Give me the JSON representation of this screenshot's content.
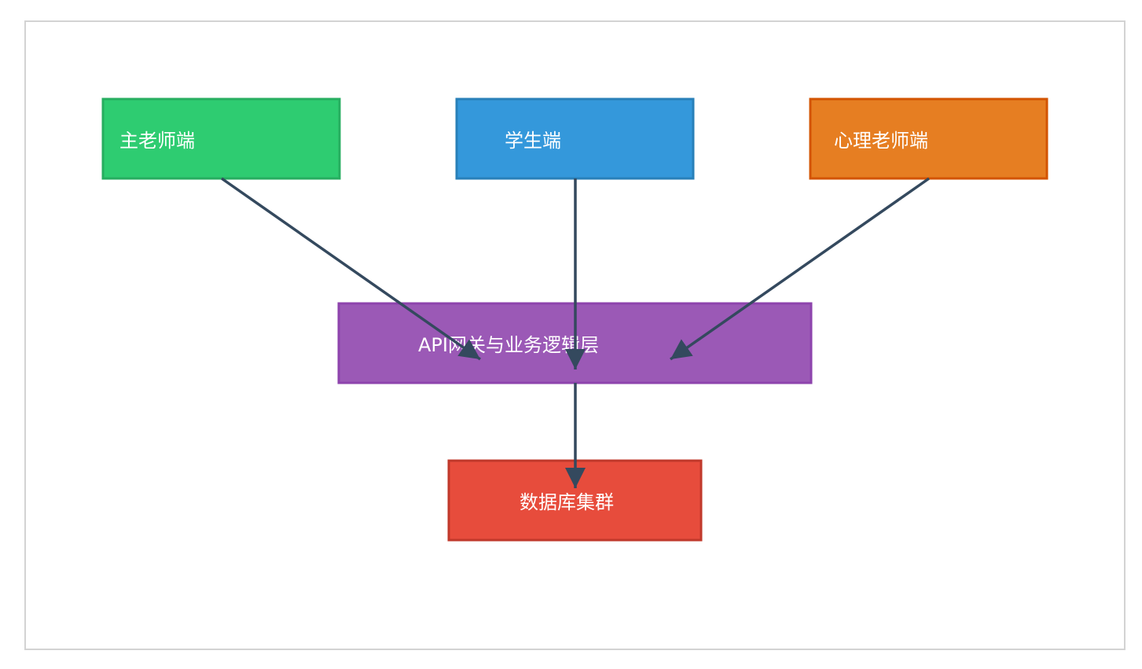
{
  "diagram": {
    "nodes": {
      "head_teacher": {
        "label": "主老师端",
        "fill": "#2ecc71",
        "stroke": "#27ae60"
      },
      "student": {
        "label": "学生端",
        "fill": "#3498db",
        "stroke": "#2980b9"
      },
      "psych_teacher": {
        "label": "心理老师端",
        "fill": "#e67e22",
        "stroke": "#d35400"
      },
      "api_layer": {
        "label": "API网关与业务逻辑层",
        "fill": "#9b59b6",
        "stroke": "#8e44ad"
      },
      "database": {
        "label": "数据库集群",
        "fill": "#e74c3c",
        "stroke": "#c0392b"
      }
    },
    "edges": [
      {
        "from": "主老师端",
        "to": "API网关与业务逻辑层"
      },
      {
        "from": "学生端",
        "to": "API网关与业务逻辑层"
      },
      {
        "from": "心理老师端",
        "to": "API网关与业务逻辑层"
      },
      {
        "from": "API网关与业务逻辑层",
        "to": "数据库集群"
      }
    ],
    "edge_color": "#34495e",
    "frame_border_color": "#d3d3d3"
  }
}
